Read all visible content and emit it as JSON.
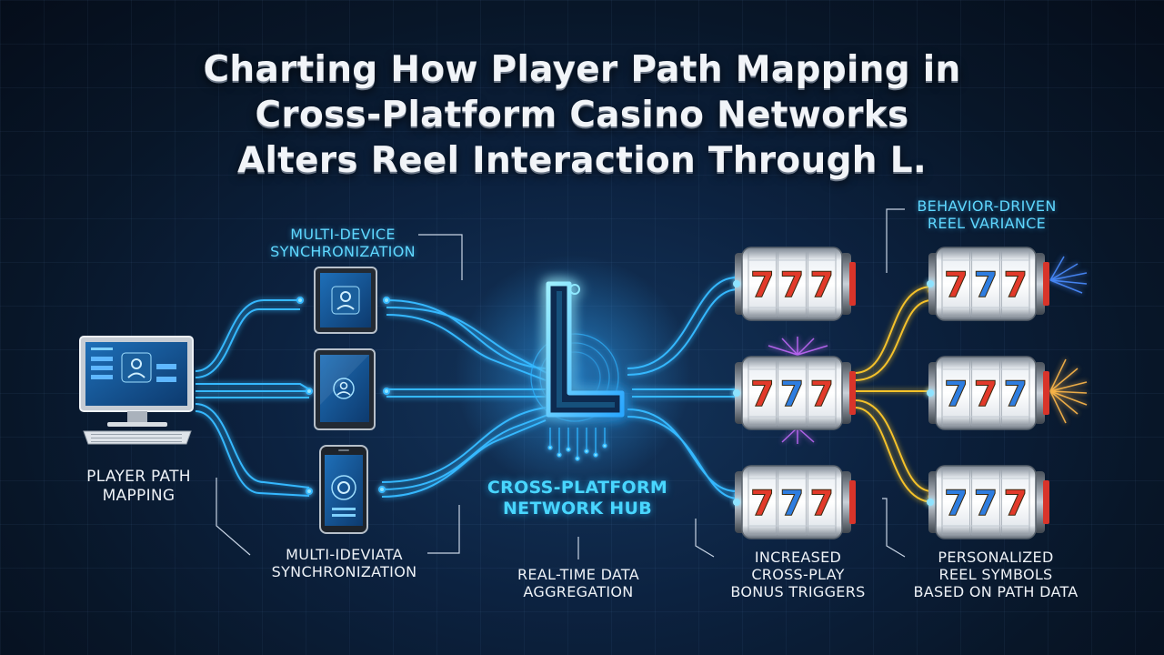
{
  "title": {
    "line1": "Charting How Player Path Mapping in",
    "line2": "Cross-Platform Casino Networks",
    "line3": "Alters Reel Interaction Through L."
  },
  "labels": {
    "player_path": [
      "PLAYER PATH",
      "MAPPING"
    ],
    "multi_device_top": [
      "MULTI-DEVICE",
      "SYNCHRONIZATION"
    ],
    "multi_device_bottom": [
      "MULTI-IDEVIATA",
      "SYNCHRONIZATION"
    ],
    "hub": [
      "CROSS-PLATFORM",
      "NETWORK HUB"
    ],
    "aggregation": [
      "REAL-TIME DATA",
      "AGGREGATION"
    ],
    "variance": [
      "BEHAVIOR-DRIVEN",
      "REEL VARIANCE"
    ],
    "bonus": [
      "INCREASED",
      "CROSS-PLAY",
      "BONUS TRIGGERS"
    ],
    "personalized": [
      "PERSONALIZED",
      "REEL SYMBOLS",
      "BASED ON PATH DATA"
    ]
  },
  "hub_letter": "L",
  "reel_symbol": "7",
  "icons": [
    "desktop-computer-icon",
    "tablet-icon",
    "phone-icon",
    "slot-reel-icon",
    "user-avatar-icon"
  ],
  "colors": {
    "background": "#0a1b33",
    "cyan_line": "#35b8ff",
    "yellow_line": "#f5c22b",
    "title": "#f1f4f8",
    "label_cyan": "#5fd8ff",
    "reel_seven_red": "#e23a2a",
    "reel_seven_blue": "#2e7de0"
  }
}
